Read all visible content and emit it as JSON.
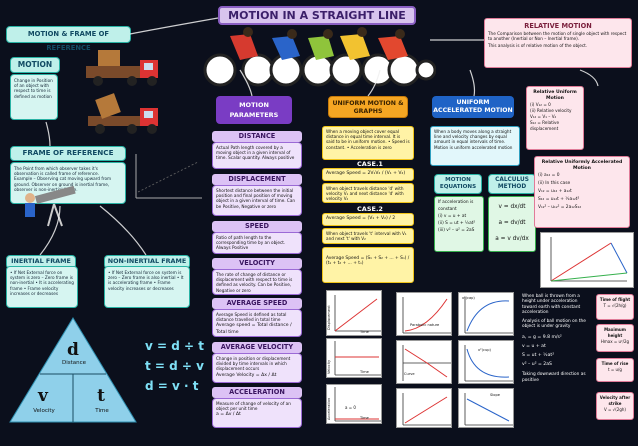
{
  "title": "MOTION IN A STRAIGHT LINE",
  "left": {
    "frame_ref_title": "MOTION & FRAME OF REFERENCE",
    "motion_title": "MOTION",
    "motion_text": "Change in Position of an object with respect to time is defined as motion",
    "frame_title": "FRAME OF REFERENCE",
    "frame_text": "The Point from which observer takes it's observation is called frame of reference.",
    "frame_example": "Example – Observing cat moving upward from ground. Observer on ground is inertial frame, observer is non-inertial frame.",
    "inertial_title": "INERTIAL FRAME",
    "inertial_text": "• If Net External force on system is zero – Zero frame is non-inertial • It is accelerating frame • Frame velocity increases or decreases",
    "noninertial_title": "NON-INERTIAL FRAME",
    "noninertial_text": "• If Net External force on system is zero – Zero frame is also inertial • It is accelerating frame • Frame velocity increases or decreases",
    "triangle": {
      "top": "d",
      "top_label": "Distance",
      "left": "v",
      "left_label": "Velocity",
      "right": "t",
      "right_label": "Time"
    },
    "formulas": [
      "v = d ÷ t",
      "t = d ÷ v",
      "d = v · t"
    ]
  },
  "params": {
    "title": "MOTION PARAMETERS",
    "distance_title": "DISTANCE",
    "distance_text": "Actual Path length covered by a moving object in a given interval of time. Scalar quantity. Always positive",
    "displacement_title": "DISPLACEMENT",
    "displacement_text": "Shortest distance between the initial position and final position of moving object in a given interval of time. Can be Positive, Negative or zero",
    "speed_title": "SPEED",
    "speed_text": "Ratio of path length to the corresponding time by an object. Always Positive",
    "velocity_title": "VELOCITY",
    "velocity_text": "The rate of change of distance or displacement with respect to time is defined as velocity. Can be Positive, Negative or zero",
    "avg_speed_title": "AVERAGE SPEED",
    "avg_speed_text": "Average Speed is defined as total distance travelled in total time",
    "avg_speed_formula": "Average speed = Total distance / Total time",
    "avg_vel_title": "AVERAGE VELOCITY",
    "avg_vel_text": "Change in position or displacement divided by time intervals in which displacement occurs",
    "avg_vel_formula": "Average Velocity = Δx / Δt",
    "accel_title": "ACCELERATION",
    "accel_text": "Measure of change of velocity of an object per unit time",
    "accel_formula": "a = Δv / Δt"
  },
  "uniform": {
    "title": "UNIFORM MOTION & GRAPHS",
    "intro": "When a moving object cover equal distance in equal time interval. It is said to be in uniform motion. • Speed is constant. • Acceleration is zero",
    "case1_title": "CASE.1",
    "case1_formula": "Average Speed = 2V₁V₂ / (V₁ + V₂)",
    "case1_text": "When object travels distance 'd' with velocity V₁ and next distance 'd' with velocity V₂",
    "case2_title": "CASE.2",
    "case2_formula": "Average Speed = (V₁ + V₂) / 2",
    "case2_text": "When object travels 't' interval with V₁ and next 't' with V₂",
    "case3_formula": "Average Speed = (S₁ + S₂ + ... + Sₙ) / (t₁ + t₂ + ... + tₙ)",
    "graph_labels": [
      "Displacement",
      "Time",
      "Velocity",
      "Time",
      "Acceleration",
      "Time",
      "a = 0"
    ]
  },
  "accel_motion": {
    "title": "UNIFORM ACCELERATED MOTION",
    "intro": "When a body moves along a straight line and velocity changes by equal amount in equal intervals of time. Motion is uniform accelerated motion",
    "eq_title": "MOTION EQUATIONS",
    "eq_intro": "If acceleration is constant",
    "eqs": [
      "(i) v = u + at",
      "(ii) S = ut + ½at²",
      "(iii) v² – u² = 2aS"
    ],
    "calc_title": "CALCULUS METHOD",
    "calc_eqs": [
      "v = dx/dt",
      "a = dv/dt",
      "a = v dv/dx"
    ],
    "graph_labels": [
      "Parabolic nature",
      "x²(cap)",
      "x²(cup)",
      "Curve",
      "Slope"
    ]
  },
  "relative": {
    "title": "RELATIVE MOTION",
    "text1": "The Comparison between the motion of single object with respect to another (Inertial or Non – Inertial frame).",
    "text2": "This analysis is of relative motion of the object.",
    "uniform_title": "Relative Uniform Motion",
    "uniform_eqs": [
      "(i) V₁₂ = 0",
      "(ii) Relative velocity",
      "V₁₂ = V₁ – V₂",
      "S₁₂ = Relative displacement"
    ],
    "accel_title": "Relative Uniformly Accelerated Motion",
    "accel_eqs": [
      "(i) a₁₂ = 0",
      "(ii) In this case",
      "V₁₂ = u₁₂ + a₁₂t",
      "S₁₂ = u₁₂t + ½a₁₂t²",
      "V₁₂² – u₁₂² = 2a₁₂S₁₂"
    ]
  },
  "free_fall": {
    "text": "When ball is thrown from a height under acceleration toward earth with constant acceleration",
    "text2": "Analysis of ball motion on the object is under gravity",
    "eqs": [
      "a, = g = 9.8 m/s²",
      "v = u + at",
      "S = ut + ½at²",
      "v² – u² = 2aS"
    ],
    "note": "Taking downward direction as positive",
    "side": [
      "Time of flight",
      "T = √(2h/g)",
      "Maximum height",
      "Hmax = u²/2g",
      "Time of rise",
      "t = u/g",
      "Velocity after strike",
      "V = √(2gh)"
    ]
  },
  "colors": {
    "background": "#0b0f1c",
    "purple": "#7a3cc4",
    "orange": "#f5a623",
    "blue": "#1f63c6",
    "teal": "#29b3a5"
  }
}
